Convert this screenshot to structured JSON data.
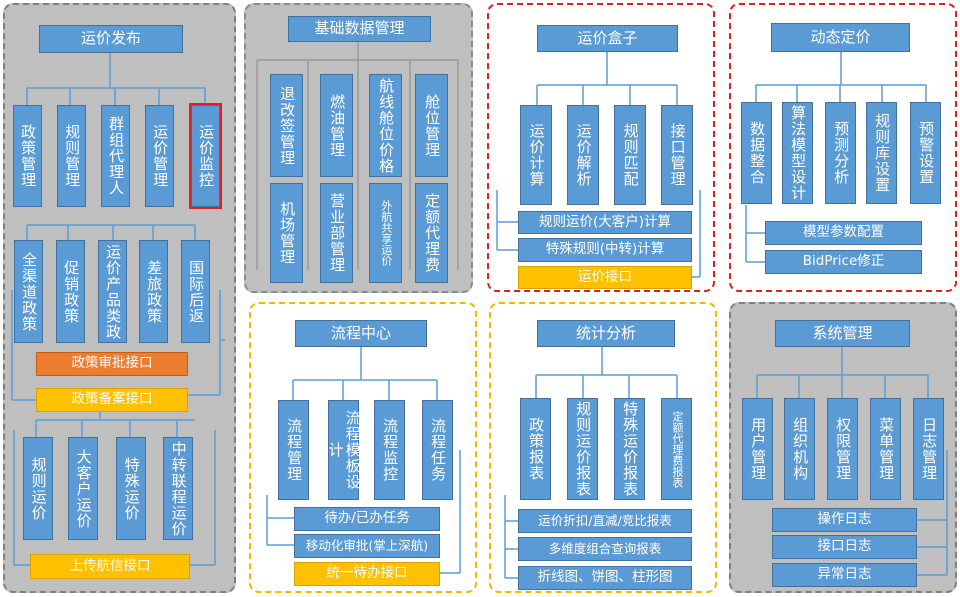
{
  "panel1": {
    "title": "运价发布",
    "row1": [
      "政策管理",
      "规则管理",
      "群组代理人",
      "运价管理",
      "运价监控"
    ],
    "row2": [
      "全渠道政策",
      "促销政策",
      "运价产品类政",
      "差旅政策",
      "国际后返"
    ],
    "iface1": "政策审批接口",
    "iface2": "政策备案接口",
    "row3": [
      "规则运价",
      "大客户运价",
      "特殊运价",
      "中转联程运价"
    ],
    "iface3": "上传航信接口"
  },
  "panel2": {
    "title": "基础数据管理",
    "row1": [
      "退改签管理",
      "燃油管理",
      "航线舱位价格",
      "舱位管理"
    ],
    "row2": [
      "机场管理",
      "营业部管理",
      "外航共享运价",
      "定额代理费"
    ]
  },
  "panel3": {
    "title": "运价盒子",
    "row1": [
      "运价计算",
      "运价解析",
      "规则匹配",
      "接口管理"
    ],
    "h1": "规则运价(大客户)计算",
    "h2": "特殊规则(中转)计算",
    "iface": "运价接口"
  },
  "panel4": {
    "title": "动态定价",
    "row1": [
      "数据整合",
      "算法模型设计",
      "预测分析",
      "规则库设置",
      "预警设置"
    ],
    "h1": "模型参数配置",
    "h2": "BidPrice修正"
  },
  "panel5": {
    "title": "流程中心",
    "row1": [
      "流程管理",
      "流程模板设计",
      "流程监控",
      "流程任务"
    ],
    "h1": "待办/已办任务",
    "h2": "移动化审批(掌上深航)",
    "iface": "统一待办接口"
  },
  "panel6": {
    "title": "统计分析",
    "row1": [
      "政策报表",
      "规则运价报表",
      "特殊运价报表",
      "定额代理费报表"
    ],
    "h1": "运价折扣/直减/竞比报表",
    "h2": "多维度组合查询报表",
    "h3": "折线图、饼图、柱形图"
  },
  "panel7": {
    "title": "系统管理",
    "row1": [
      "用户管理",
      "组织机构",
      "权限管理",
      "菜单管理",
      "日志管理"
    ],
    "h1": "操作日志",
    "h2": "接口日志",
    "h3": "异常日志"
  }
}
